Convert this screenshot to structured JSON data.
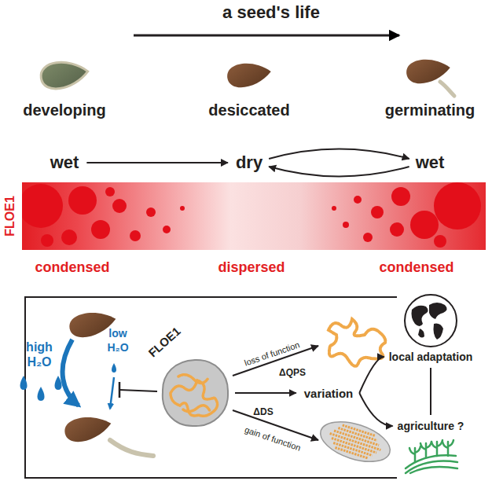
{
  "diagram": {
    "title": "a seed's life",
    "nodes": [
      {
        "text": [
          "wet"
        ]
      },
      {
        "text": [
          "dry"
        ]
      },
      {
        "text": [
          "wet"
        ]
      },
      {
        "text": [
          "FLOE1"
        ]
      },
      {
        "text": [
          "variation"
        ]
      },
      {
        "text": [
          "local adaptation"
        ]
      },
      {
        "text": [
          "agriculture ?"
        ]
      }
    ],
    "edges": [
      {
        "from": 0,
        "to": 1,
        "arrow": "to"
      },
      {
        "from": 1,
        "to": 2,
        "arrow": "both"
      },
      {
        "from": 3,
        "to": 4,
        "arrow": "to"
      },
      {
        "from": 4,
        "to": 5,
        "arrow": "to"
      },
      {
        "from": 4,
        "to": 6,
        "arrow": "to"
      },
      {
        "from": 5,
        "to": 6,
        "arrow": "none"
      }
    ],
    "labels": [
      "developing",
      "desiccated",
      "germinating",
      "FLOE1",
      "condensed",
      "dispersed",
      "condensed",
      "high",
      "H₂O",
      "low",
      "H₂O",
      "loss of function",
      "ΔQPS",
      "ΔDS",
      "gain of function"
    ]
  }
}
